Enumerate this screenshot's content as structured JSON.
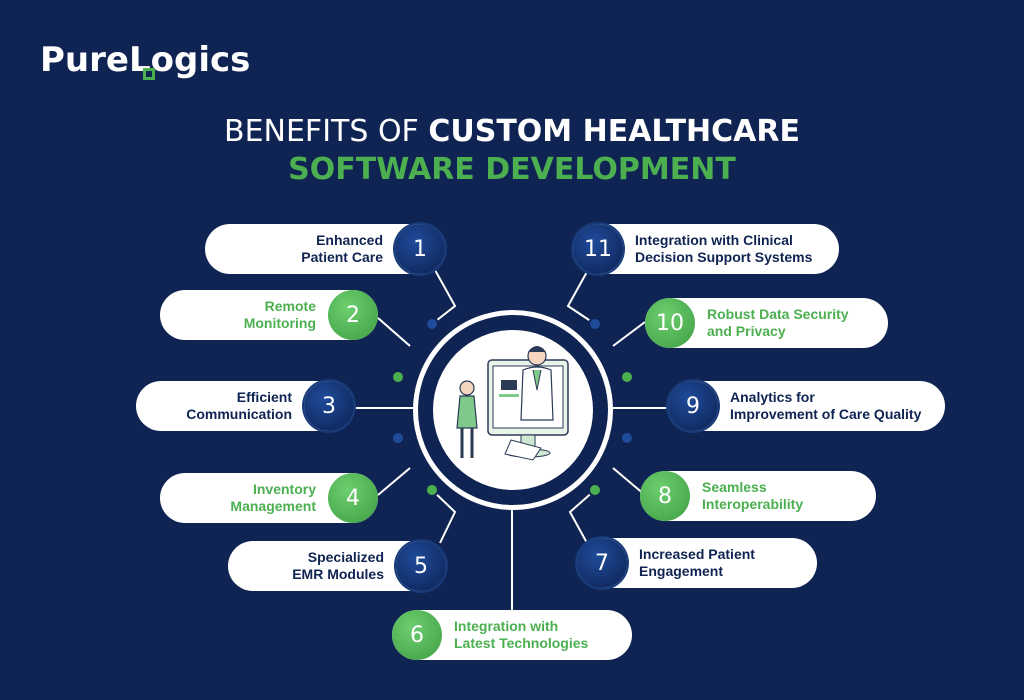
{
  "brand": {
    "name": "PureLogics"
  },
  "title": {
    "line1_light": "BENEFITS OF",
    "line1_bold": "CUSTOM HEALTHCARE",
    "line2": "SOFTWARE DEVELOPMENT"
  },
  "colors": {
    "background": "#0f2452",
    "accent_green": "#4caf50",
    "pill": "#ffffff"
  },
  "benefits": [
    {
      "number": "1",
      "line1": "Enhanced",
      "line2": "Patient Care",
      "color": "blue"
    },
    {
      "number": "2",
      "line1": "Remote",
      "line2": "Monitoring",
      "color": "green"
    },
    {
      "number": "3",
      "line1": "Efficient",
      "line2": "Communication",
      "color": "blue"
    },
    {
      "number": "4",
      "line1": "Inventory",
      "line2": "Management",
      "color": "green"
    },
    {
      "number": "5",
      "line1": "Specialized",
      "line2": "EMR Modules",
      "color": "blue"
    },
    {
      "number": "6",
      "line1": "Integration with",
      "line2": "Latest Technologies",
      "color": "green"
    },
    {
      "number": "7",
      "line1": "Increased Patient",
      "line2": "Engagement",
      "color": "blue"
    },
    {
      "number": "8",
      "line1": "Seamless",
      "line2": "Interoperability",
      "color": "green"
    },
    {
      "number": "9",
      "line1": "Analytics for",
      "line2": "Improvement of Care Quality",
      "color": "blue"
    },
    {
      "number": "10",
      "line1": "Robust Data Security",
      "line2": "and Privacy",
      "color": "green"
    },
    {
      "number": "11",
      "line1": "Integration with Clinical",
      "line2": "Decision Support Systems",
      "color": "blue"
    }
  ],
  "center_illustration": "doctor-telehealth-illustration"
}
